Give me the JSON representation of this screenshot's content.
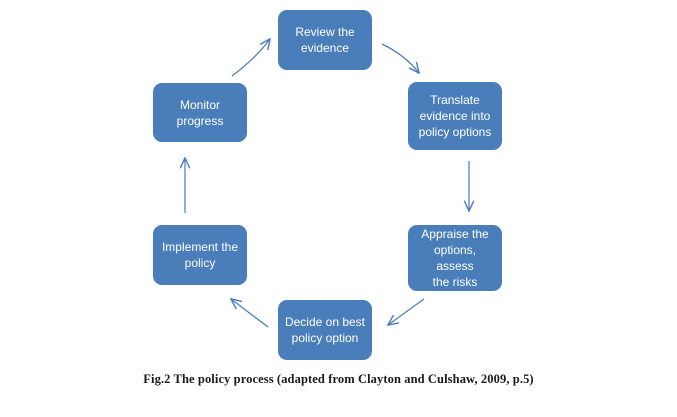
{
  "figure": {
    "caption": "Fig.2 The policy process (adapted from Clayton and Culshaw, 2009, p.5)",
    "accent_color": "#4a7ebb",
    "arrow_color": "#4a7ebb",
    "node_text_color": "#ffffff",
    "background_color": "#ffffff"
  },
  "diagram": {
    "type": "cycle",
    "direction": "clockwise",
    "nodes": [
      {
        "id": "review",
        "label": "Review the\nevidence",
        "position": "top"
      },
      {
        "id": "translate",
        "label": "Translate\nevidence into\npolicy options",
        "position": "upper-right"
      },
      {
        "id": "appraise",
        "label": "Appraise the\noptions, assess\nthe risks",
        "position": "lower-right"
      },
      {
        "id": "decide",
        "label": "Decide on best\npolicy option",
        "position": "bottom"
      },
      {
        "id": "implement",
        "label": "Implement the\npolicy",
        "position": "lower-left"
      },
      {
        "id": "monitor",
        "label": "Monitor\nprogress",
        "position": "upper-left"
      }
    ],
    "edges": [
      {
        "id": "review-to-translate",
        "from": "review",
        "to": "translate",
        "shape": "curve-down-right"
      },
      {
        "id": "translate-to-appraise",
        "from": "translate",
        "to": "appraise",
        "shape": "straight-down"
      },
      {
        "id": "appraise-to-decide",
        "from": "appraise",
        "to": "decide",
        "shape": "diagonal-down-left"
      },
      {
        "id": "decide-to-implement",
        "from": "decide",
        "to": "implement",
        "shape": "diagonal-up-left"
      },
      {
        "id": "implement-to-monitor",
        "from": "implement",
        "to": "monitor",
        "shape": "straight-up"
      },
      {
        "id": "monitor-to-review",
        "from": "monitor",
        "to": "review",
        "shape": "diagonal-up-right"
      }
    ]
  }
}
